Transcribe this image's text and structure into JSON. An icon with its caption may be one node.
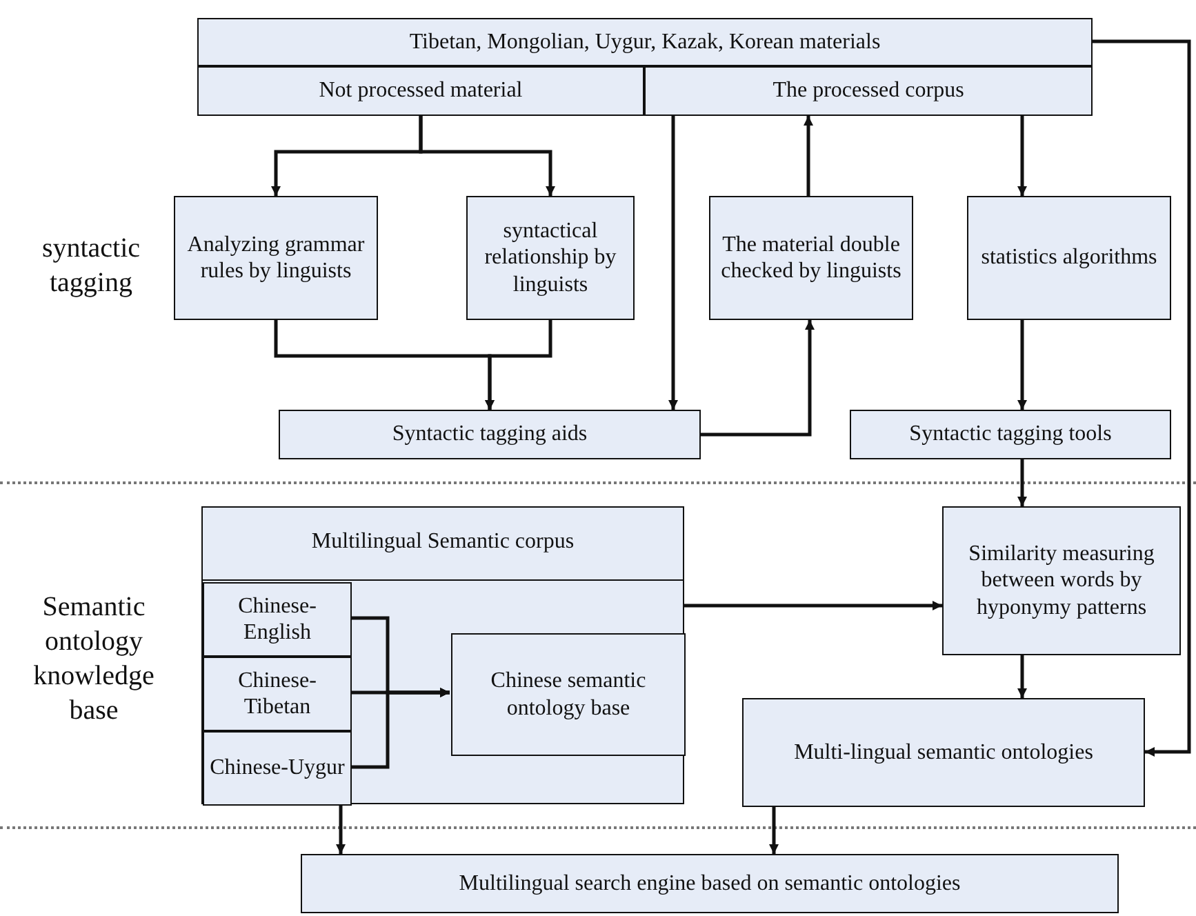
{
  "diagram": {
    "nodes": [
      {
        "text": [
          "Tibetan, Mongolian, Uygur, Kazak, Korean materials"
        ]
      },
      {
        "text": [
          "Not processed material"
        ]
      },
      {
        "text": [
          "The processed corpus"
        ]
      },
      {
        "text": [
          "Analyzing grammar rules by linguists"
        ]
      },
      {
        "text": [
          "syntactical relationship by linguists"
        ]
      },
      {
        "text": [
          "The material double checked by linguists"
        ]
      },
      {
        "text": [
          "statistics algorithms"
        ]
      },
      {
        "text": [
          "Syntactic tagging aids"
        ]
      },
      {
        "text": [
          "Syntactic tagging tools"
        ]
      },
      {
        "text": [
          "Multilingual Semantic corpus"
        ]
      },
      {
        "text": [
          "Chinese-English"
        ],
        "in": 9
      },
      {
        "text": [
          "Chinese-Tibetan"
        ],
        "in": 9
      },
      {
        "text": [
          "Chinese-Uygur"
        ],
        "in": 9
      },
      {
        "text": [
          "Chinese semantic ontology base"
        ],
        "in": 9
      },
      {
        "text": [
          "Similarity measuring between words by hyponymy patterns"
        ]
      },
      {
        "text": [
          "Multi-lingual semantic ontologies"
        ]
      },
      {
        "text": [
          "Multilingual search engine based on semantic ontologies"
        ]
      }
    ],
    "edges": [
      {
        "from": 1,
        "to": 3,
        "arrow": "to"
      },
      {
        "from": 1,
        "to": 4,
        "arrow": "to"
      },
      {
        "from": 2,
        "to": 7,
        "arrow": "to"
      },
      {
        "from": 5,
        "to": 2,
        "arrow": "to"
      },
      {
        "from": 2,
        "to": 6,
        "arrow": "to"
      },
      {
        "from": 3,
        "to": 7,
        "arrow": "to"
      },
      {
        "from": 4,
        "to": 7,
        "arrow": "to"
      },
      {
        "from": 7,
        "to": 5,
        "arrow": "to"
      },
      {
        "from": 6,
        "to": 8,
        "arrow": "to"
      },
      {
        "from": 8,
        "to": 14,
        "arrow": "to"
      },
      {
        "from": 0,
        "to": 15,
        "arrow": "to"
      },
      {
        "from": 9,
        "to": 14,
        "arrow": "to"
      },
      {
        "from": 10,
        "to": 13,
        "arrow": "to"
      },
      {
        "from": 11,
        "to": 13,
        "arrow": "to"
      },
      {
        "from": 12,
        "to": 13,
        "arrow": "to"
      },
      {
        "from": 9,
        "to": 16,
        "arrow": "to"
      },
      {
        "from": 15,
        "to": 16,
        "arrow": "to"
      },
      {
        "from": 14,
        "to": 15,
        "arrow": "to"
      }
    ],
    "labels": [
      "syntactic tagging",
      "Semantic ontology knowledge base"
    ]
  }
}
